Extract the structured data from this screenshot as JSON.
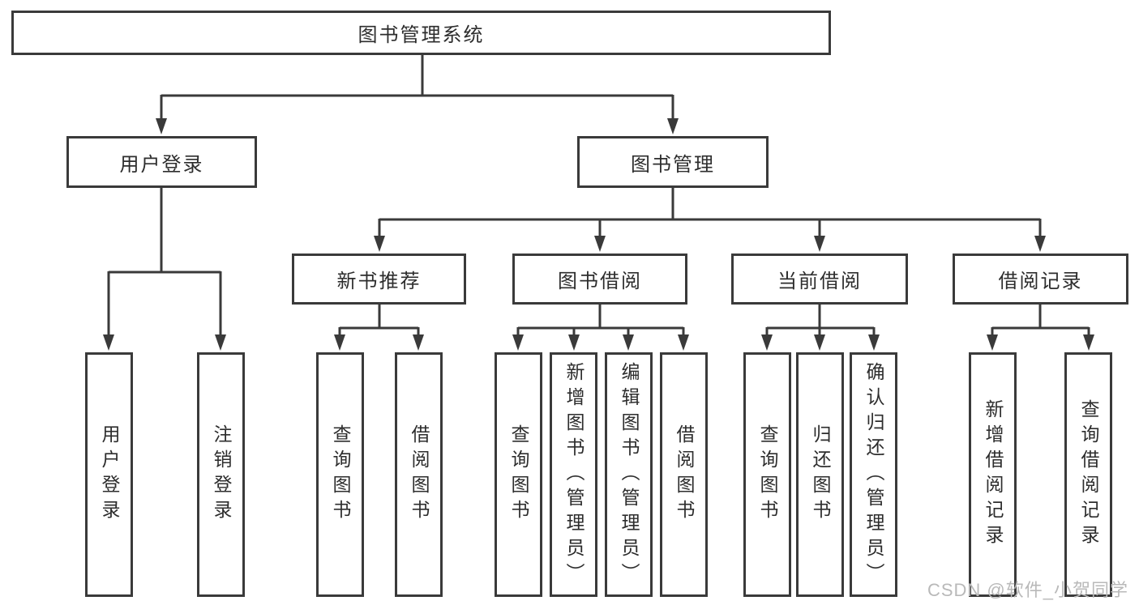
{
  "diagram": {
    "root": "图书管理系统",
    "level1": [
      {
        "label": "用户登录",
        "children": [
          "用户登录",
          "注销登录"
        ]
      },
      {
        "label": "图书管理",
        "children": [
          {
            "label": "新书推荐",
            "children": [
              "查询图书",
              "借阅图书"
            ]
          },
          {
            "label": "图书借阅",
            "children": [
              "查询图书",
              "新增图书（管理员）",
              "编辑图书（管理员）",
              "借阅图书"
            ]
          },
          {
            "label": "当前借阅",
            "children": [
              "查询图书",
              "归还图书",
              "确认归还（管理员）"
            ]
          },
          {
            "label": "借阅记录",
            "children": [
              "新增借阅记录",
              "查询借阅记录"
            ]
          }
        ]
      }
    ]
  },
  "colors": {
    "line": "#3a3a3a",
    "text": "#2d2d2d",
    "watermark": "#b9b9b9"
  },
  "watermark": {
    "text": "CSDN @软件_小贺同学"
  }
}
